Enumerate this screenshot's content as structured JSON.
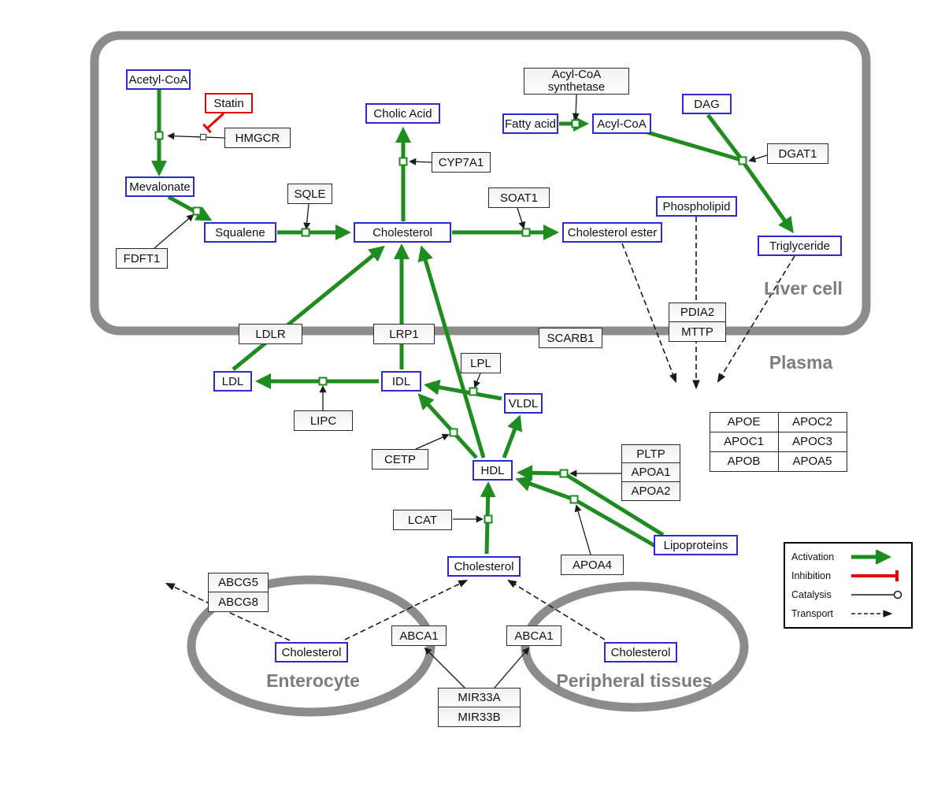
{
  "regions": {
    "liver": "Liver cell",
    "plasma": "Plasma",
    "enterocyte": "Enterocyte",
    "peripheral": "Peripheral tissues"
  },
  "nodes": {
    "acetyl_coa": "Acetyl-CoA",
    "statin": "Statin",
    "hmgcr": "HMGCR",
    "mevalonate": "Mevalonate",
    "fdft1": "FDFT1",
    "squalene": "Squalene",
    "sqle": "SQLE",
    "cholesterol": "Cholesterol",
    "cholic_acid": "Cholic Acid",
    "cyp7a1": "CYP7A1",
    "soat1": "SOAT1",
    "cholesterol_ester": "Cholesterol ester",
    "acyl_coa_synthetase_1": "Acyl-CoA",
    "acyl_coa_synthetase_2": "synthetase",
    "fatty_acid": "Fatty acid",
    "acyl_coa": "Acyl-CoA",
    "dag": "DAG",
    "dgat1": "DGAT1",
    "phospholipid": "Phospholipid",
    "triglyceride": "Triglyceride",
    "ldlr": "LDLR",
    "lrp1": "LRP1",
    "scarb1": "SCARB1",
    "pdia2": "PDIA2",
    "mttp": "MTTP",
    "ldl": "LDL",
    "idl": "IDL",
    "lipc": "LIPC",
    "lpl": "LPL",
    "vldl": "VLDL",
    "cetp": "CETP",
    "hdl": "HDL",
    "lcat": "LCAT",
    "pltp": "PLTP",
    "apoa1": "APOA1",
    "apoa2": "APOA2",
    "apoa4": "APOA4",
    "lipoproteins": "Lipoproteins",
    "apoe": "APOE",
    "apoc2": "APOC2",
    "apoc1": "APOC1",
    "apoc3": "APOC3",
    "apob": "APOB",
    "apoa5": "APOA5",
    "abcg5": "ABCG5",
    "abcg8": "ABCG8",
    "abca1": "ABCA1",
    "mir33a": "MIR33A",
    "mir33b": "MIR33B"
  },
  "legend": {
    "activation": "Activation",
    "inhibition": "Inhibition",
    "catalysis": "Catalysis",
    "transport": "Transport"
  },
  "colors": {
    "activation": "#1e8c1e",
    "inhibition": "#e60000",
    "metabolite_border": "#2b2bd0",
    "membrane": "#8c8c8c",
    "region_label": "#7d7d7d"
  }
}
